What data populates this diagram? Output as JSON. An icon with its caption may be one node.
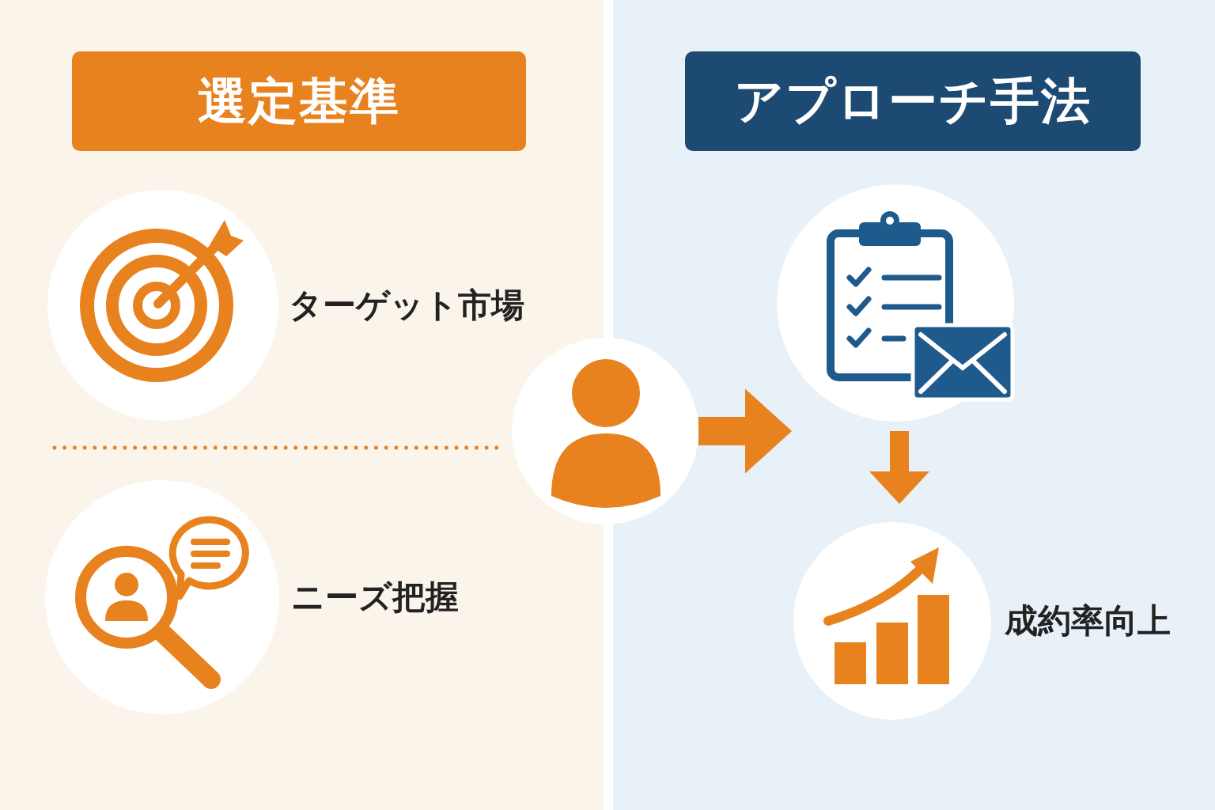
{
  "diagram": {
    "nodes": [
      {
        "text": [
          "選定基準"
        ]
      },
      {
        "text": [
          "アプローチ手法"
        ]
      },
      {
        "text": [
          "ターゲット市場"
        ]
      },
      {
        "text": [
          "ニーズ把握"
        ]
      },
      {
        "text": [],
        "shape": "circle"
      },
      {
        "text": [],
        "shape": "circle"
      },
      {
        "text": [
          "成約率向上"
        ]
      }
    ],
    "edges": [
      {
        "from": 4,
        "to": 5,
        "arrow": "to"
      },
      {
        "from": 5,
        "to": 6,
        "arrow": "to"
      }
    ]
  }
}
